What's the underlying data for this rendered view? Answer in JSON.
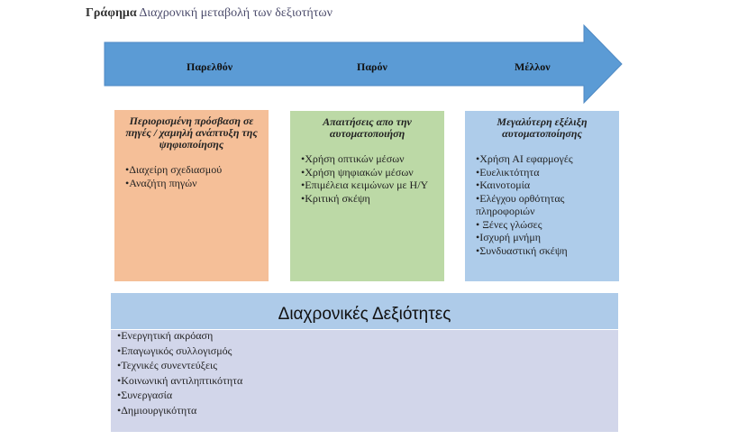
{
  "caption": {
    "label": "Γράφημα",
    "text": "Διαχρονική μεταβολή των δεξιοτήτων"
  },
  "colors": {
    "arrow": "#5b9bd5",
    "past": "#f5bf98",
    "present": "#bcd9a6",
    "future": "#aeccea",
    "bottom": "#d2d6ea",
    "bottom_header": "#aecbe9"
  },
  "phases": [
    "Παρελθόν",
    "Παρόν",
    "Μέλλον"
  ],
  "boxes": [
    {
      "title": "Περιορισμένη πρόσβαση σε πηγές / χαμηλή ανάπτυξη της ψηφιοποίησης",
      "items": [
        "Διαχείρη σχεδιασμού",
        "Αναζήτη πηγών"
      ]
    },
    {
      "title": "Απαιτήσεις απο την αυτοματοποιήση",
      "items": [
        "Χρήση οπτικών μέσων",
        "Χρήση ψηφιακών μέσων",
        "Επιμέλεια κειμώνων με Η/Υ",
        "Κριτική σκέψη"
      ]
    },
    {
      "title": "Μεγαλύτερη εξέλιξη αυτοματοποίησης",
      "items": [
        "Χρήση ΑΙ εφαρμογές",
        "Ευελικτότητα",
        "Καινοτομία",
        "Ελέγχου ορθότητας πληροφοριών",
        " Ξένες γλώσες",
        "Ισχυρή μνήμη",
        "Συνδυαστική σκέψη"
      ]
    }
  ],
  "bottom": {
    "title": "Διαχρονικές Δεξιότητες",
    "items": [
      "Ενεργητική ακρόαση",
      "Επαγωγικός συλλογισμός",
      "Τεχνικές συνεντεύξεις",
      "Κοινωνική αντιληπτικότητα",
      "Συνεργασία",
      "Δημιουργικότητα"
    ]
  }
}
